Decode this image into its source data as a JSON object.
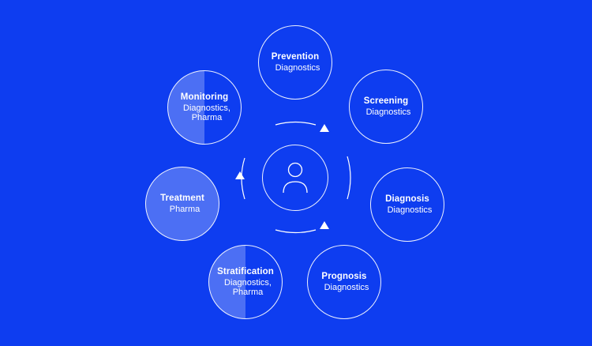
{
  "colors": {
    "background": "#0e3df0",
    "line": "#ffffff",
    "fill_translucent": "rgba(255,255,255,0.26)"
  },
  "center": {
    "icon": "person-icon"
  },
  "stages": [
    {
      "id": "prevention",
      "title": "Prevention",
      "subtitle": "Diagnostics",
      "fill": "none"
    },
    {
      "id": "screening",
      "title": "Screening",
      "subtitle": "Diagnostics",
      "fill": "none"
    },
    {
      "id": "diagnosis",
      "title": "Diagnosis",
      "subtitle": "Diagnostics",
      "fill": "none"
    },
    {
      "id": "prognosis",
      "title": "Prognosis",
      "subtitle": "Diagnostics",
      "fill": "none"
    },
    {
      "id": "stratification",
      "title": "Stratification",
      "subtitle": "Diagnostics,\nPharma",
      "fill": "half"
    },
    {
      "id": "treatment",
      "title": "Treatment",
      "subtitle": "Pharma",
      "fill": "full"
    },
    {
      "id": "monitoring",
      "title": "Monitoring",
      "subtitle": "Diagnostics,\nPharma",
      "fill": "half"
    }
  ]
}
